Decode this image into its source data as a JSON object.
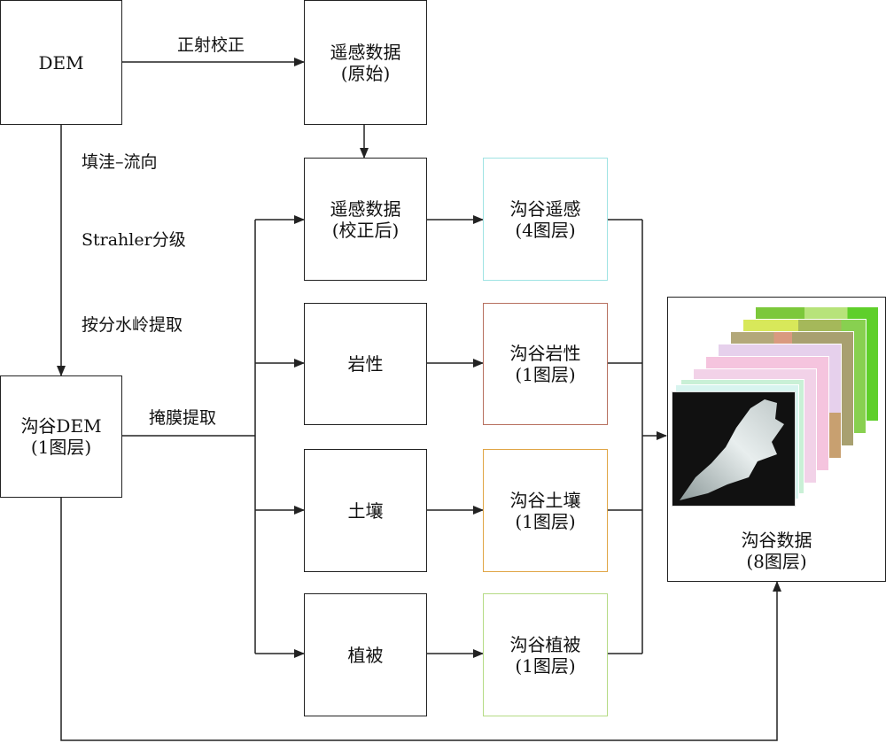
{
  "boxes": {
    "dem": "DEM",
    "rs_raw_1": "遥感数据",
    "rs_raw_2": "(原始)",
    "rs_corr_1": "遥感数据",
    "rs_corr_2": "(校正后)",
    "lithology": "岩性",
    "soil": "土壤",
    "vegetation": "植被",
    "gully_dem_1": "沟谷DEM",
    "gully_dem_2": "(1图层)",
    "gully_rs_1": "沟谷遥感",
    "gully_rs_2": "(4图层)",
    "gully_lith_1": "沟谷岩性",
    "gully_lith_2": "(1图层)",
    "gully_soil_1": "沟谷土壤",
    "gully_soil_2": "(1图层)",
    "gully_veg_1": "沟谷植被",
    "gully_veg_2": "(1图层)",
    "gully_data_1": "沟谷数据",
    "gully_data_2": "(8图层)"
  },
  "labels": {
    "ortho": "正射校正",
    "fill_flow": "填洼–流向",
    "strahler": "Strahler分级",
    "watershed": "按分水岭提取",
    "mask": "掩膜提取"
  },
  "colors": {
    "rs_border": "#9fe3e3",
    "lith_border": "#b7705f",
    "soil_border": "#e0a545",
    "veg_border": "#b5db85"
  }
}
